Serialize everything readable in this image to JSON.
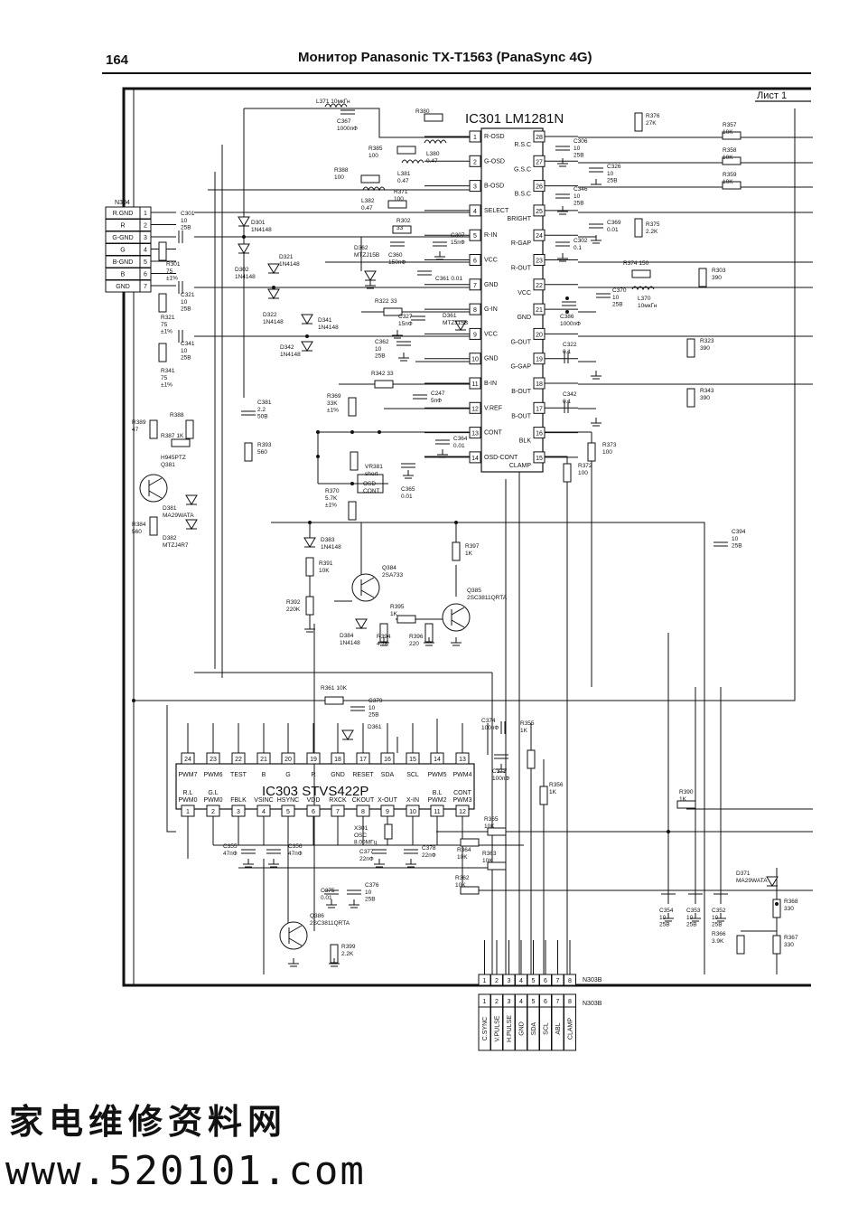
{
  "header": {
    "page_number": "164",
    "title": "Монитор Panasonic TX-T1563 (PanaSync 4G)"
  },
  "sheet": {
    "label": "Лист 1"
  },
  "ic301": {
    "name": "IC301 LM1281N",
    "left_pins": [
      {
        "n": "1",
        "name": "R-OSD"
      },
      {
        "n": "2",
        "name": "G-OSD"
      },
      {
        "n": "3",
        "name": "B-OSD"
      },
      {
        "n": "4",
        "name": "SELECT"
      },
      {
        "n": "5",
        "name": "R-IN"
      },
      {
        "n": "6",
        "name": "VCC"
      },
      {
        "n": "7",
        "name": "GND"
      },
      {
        "n": "8",
        "name": "G-IN"
      },
      {
        "n": "9",
        "name": "VCC"
      },
      {
        "n": "10",
        "name": "GND"
      },
      {
        "n": "11",
        "name": "B-IN"
      },
      {
        "n": "12",
        "name": "V.REF"
      },
      {
        "n": "13",
        "name": "CONT"
      },
      {
        "n": "14",
        "name": "OSD-CONT"
      }
    ],
    "right_pins": [
      {
        "n": "28",
        "name": "R.S.C"
      },
      {
        "n": "27",
        "name": "G.S.C"
      },
      {
        "n": "26",
        "name": "B.S.C"
      },
      {
        "n": "25",
        "name": "BRIGHT"
      },
      {
        "n": "24",
        "name": "R-GAP"
      },
      {
        "n": "23",
        "name": "R-OUT"
      },
      {
        "n": "22",
        "name": "VCC"
      },
      {
        "n": "21",
        "name": "GND"
      },
      {
        "n": "20",
        "name": "G-OUT"
      },
      {
        "n": "19",
        "name": "G-GAP"
      },
      {
        "n": "18",
        "name": "B-OUT"
      },
      {
        "n": "17",
        "name": "B-OUT"
      },
      {
        "n": "16",
        "name": "BLK"
      },
      {
        "n": "15",
        "name": "CLAMP"
      }
    ]
  },
  "ic303": {
    "name": "IC303 STVS422P",
    "top_pins": [
      {
        "n": "24",
        "name": "PWM7"
      },
      {
        "n": "23",
        "name": "PWM6"
      },
      {
        "n": "22",
        "name": "TEST"
      },
      {
        "n": "21",
        "name": "B"
      },
      {
        "n": "20",
        "name": "G"
      },
      {
        "n": "19",
        "name": "R"
      },
      {
        "n": "18",
        "name": "GND"
      },
      {
        "n": "17",
        "name": "RESET"
      },
      {
        "n": "16",
        "name": "SDA"
      },
      {
        "n": "15",
        "name": "SCL"
      },
      {
        "n": "14",
        "name": "PWM5"
      },
      {
        "n": "13",
        "name": "PWM4"
      }
    ],
    "bottom_pins": [
      {
        "n": "1",
        "name": "R.L PWM0"
      },
      {
        "n": "2",
        "name": "G.L PWM0"
      },
      {
        "n": "3",
        "name": "FBLK"
      },
      {
        "n": "4",
        "name": "VSINC"
      },
      {
        "n": "5",
        "name": "HSYNC"
      },
      {
        "n": "6",
        "name": "VDD"
      },
      {
        "n": "7",
        "name": "RXCK"
      },
      {
        "n": "8",
        "name": "CKOUT"
      },
      {
        "n": "9",
        "name": "X-OUT"
      },
      {
        "n": "10",
        "name": "X-IN"
      },
      {
        "n": "11",
        "name": "B.L PWM2"
      },
      {
        "n": "12",
        "name": "CONT PWM3"
      }
    ]
  },
  "n304": {
    "label": "N304",
    "pins": [
      {
        "n": "1",
        "name": "R.GND"
      },
      {
        "n": "2",
        "name": "R"
      },
      {
        "n": "3",
        "name": "G-GND"
      },
      {
        "n": "4",
        "name": "G"
      },
      {
        "n": "5",
        "name": "B-GND"
      },
      {
        "n": "6",
        "name": "B"
      },
      {
        "n": "7",
        "name": "GND"
      }
    ]
  },
  "n303b": {
    "label_top": "N303B",
    "label_bottom": "N303B",
    "pins": [
      {
        "n": "1",
        "name": "C.SYNC"
      },
      {
        "n": "2",
        "name": "V.PULSE"
      },
      {
        "n": "3",
        "name": "H.PULSE"
      },
      {
        "n": "4",
        "name": "GND"
      },
      {
        "n": "5",
        "name": "SDA"
      },
      {
        "n": "6",
        "name": "SCL"
      },
      {
        "n": "7",
        "name": "ABL"
      },
      {
        "n": "8",
        "name": "CLAMP"
      }
    ]
  },
  "components": [
    {
      "id": "L371",
      "l1": "L371 10мкГн",
      "l2": ""
    },
    {
      "id": "C367",
      "l1": "C367",
      "l2": "1000пФ"
    },
    {
      "id": "R380",
      "l1": "R380",
      "l2": ""
    },
    {
      "id": "L380",
      "l1": "L380",
      "l2": "0.47"
    },
    {
      "id": "R385",
      "l1": "R385",
      "l2": "100"
    },
    {
      "id": "L381",
      "l1": "L381",
      "l2": "0.47"
    },
    {
      "id": "R388",
      "l1": "R388",
      "l2": "100"
    },
    {
      "id": "L382",
      "l1": "L382",
      "l2": "0.47"
    },
    {
      "id": "R371",
      "l1": "R371",
      "l2": "100"
    },
    {
      "id": "R302",
      "l1": "R302",
      "l2": "33"
    },
    {
      "id": "C360",
      "l1": "C360",
      "l2": "150пФ"
    },
    {
      "id": "C307",
      "l1": "C307",
      "l2": "15пФ"
    },
    {
      "id": "C361",
      "l1": "C361 0.01",
      "l2": ""
    },
    {
      "id": "D362",
      "l1": "D362",
      "l2": "MTZJ15B"
    },
    {
      "id": "R322",
      "l1": "R322 33",
      "l2": ""
    },
    {
      "id": "C327",
      "l1": "C327",
      "l2": "15пФ"
    },
    {
      "id": "D361",
      "l1": "D361",
      "l2": "MTZJ15B"
    },
    {
      "id": "C362",
      "l1": "C362",
      "l2": "10 25B"
    },
    {
      "id": "R342",
      "l1": "R342 33",
      "l2": ""
    },
    {
      "id": "C247",
      "l1": "C247",
      "l2": "5пФ"
    },
    {
      "id": "R369",
      "l1": "R369",
      "l2": "33K ±1%"
    },
    {
      "id": "C364",
      "l1": "C364",
      "l2": "0.01"
    },
    {
      "id": "VR381",
      "l1": "VR381",
      "l2": "short"
    },
    {
      "id": "OSDCONT",
      "l1": "OSD-",
      "l2": "CONT"
    },
    {
      "id": "R370",
      "l1": "R370",
      "l2": "5.7K ±1%"
    },
    {
      "id": "C365",
      "l1": "C365",
      "l2": "0.01"
    },
    {
      "id": "R376",
      "l1": "R376",
      "l2": "27K"
    },
    {
      "id": "C306",
      "l1": "C306",
      "l2": "10 25B"
    },
    {
      "id": "C326",
      "l1": "C326",
      "l2": "10 25B"
    },
    {
      "id": "C346",
      "l1": "C346",
      "l2": "10 25B"
    },
    {
      "id": "C369",
      "l1": "C369",
      "l2": "0.01"
    },
    {
      "id": "R375",
      "l1": "R375",
      "l2": "2.2K"
    },
    {
      "id": "C302",
      "l1": "C302",
      "l2": "0.1"
    },
    {
      "id": "R374",
      "l1": "R374 150",
      "l2": ""
    },
    {
      "id": "C370",
      "l1": "C370",
      "l2": "10 25B"
    },
    {
      "id": "L370",
      "l1": "L370",
      "l2": "10мкГн"
    },
    {
      "id": "C386",
      "l1": "C386",
      "l2": "1000пФ"
    },
    {
      "id": "C322",
      "l1": "C322",
      "l2": "0.1"
    },
    {
      "id": "C342",
      "l1": "C342",
      "l2": "0.1"
    },
    {
      "id": "R357",
      "l1": "R357",
      "l2": "10K"
    },
    {
      "id": "R358",
      "l1": "R358",
      "l2": "10K"
    },
    {
      "id": "R359",
      "l1": "R359",
      "l2": "10K"
    },
    {
      "id": "R303",
      "l1": "R303",
      "l2": "390"
    },
    {
      "id": "R323",
      "l1": "R323",
      "l2": "390"
    },
    {
      "id": "R343",
      "l1": "R343",
      "l2": "390"
    },
    {
      "id": "R373",
      "l1": "R373",
      "l2": "100"
    },
    {
      "id": "R372",
      "l1": "R372",
      "l2": "100"
    },
    {
      "id": "C301",
      "l1": "C301",
      "l2": "10 25B"
    },
    {
      "id": "R301",
      "l1": "R301",
      "l2": "75 ±1%"
    },
    {
      "id": "C321",
      "l1": "C321",
      "l2": "10 25B"
    },
    {
      "id": "R321",
      "l1": "R321",
      "l2": "75 ±1%"
    },
    {
      "id": "C341",
      "l1": "C341",
      "l2": "10 25B"
    },
    {
      "id": "R341",
      "l1": "R341",
      "l2": "75 ±1%"
    },
    {
      "id": "D301",
      "l1": "D301",
      "l2": "1N4148"
    },
    {
      "id": "D302",
      "l1": "D302",
      "l2": "1N4148"
    },
    {
      "id": "D321",
      "l1": "D321",
      "l2": "1N4148"
    },
    {
      "id": "D322",
      "l1": "D322",
      "l2": "1N4148"
    },
    {
      "id": "D341",
      "l1": "D341",
      "l2": "1N4148"
    },
    {
      "id": "D342",
      "l1": "D342",
      "l2": "1N4148"
    },
    {
      "id": "C381",
      "l1": "C381",
      "l2": "2.2 50B"
    },
    {
      "id": "R393",
      "l1": "R393",
      "l2": "560"
    },
    {
      "id": "R389",
      "l1": "R389",
      "l2": "47"
    },
    {
      "id": "R388b",
      "l1": "R388",
      "l2": ""
    },
    {
      "id": "R387",
      "l1": "R387 1K",
      "l2": ""
    },
    {
      "id": "Q381",
      "l1": "H945PTZ",
      "l2": "Q381"
    },
    {
      "id": "D381",
      "l1": "D381",
      "l2": "MA29WATA"
    },
    {
      "id": "R384",
      "l1": "R384",
      "l2": "560"
    },
    {
      "id": "D382",
      "l1": "D382",
      "l2": "MTZJ4R7"
    },
    {
      "id": "D383",
      "l1": "D383",
      "l2": "1N4148"
    },
    {
      "id": "R391",
      "l1": "R391",
      "l2": "10K"
    },
    {
      "id": "Q384",
      "l1": "Q384",
      "l2": "2SA733"
    },
    {
      "id": "R392",
      "l1": "R392",
      "l2": "220K"
    },
    {
      "id": "D384",
      "l1": "D384",
      "l2": "1N4148"
    },
    {
      "id": "R395",
      "l1": "R395",
      "l2": "1K"
    },
    {
      "id": "R394",
      "l1": "R394",
      "l2": "4.7K"
    },
    {
      "id": "R396",
      "l1": "R396",
      "l2": "220"
    },
    {
      "id": "R397",
      "l1": "R397",
      "l2": "1K"
    },
    {
      "id": "Q385",
      "l1": "Q385",
      "l2": "2SC3811QRTA"
    },
    {
      "id": "C394",
      "l1": "C394",
      "l2": "10 25B"
    },
    {
      "id": "R361",
      "l1": "R361 10K",
      "l2": ""
    },
    {
      "id": "C379",
      "l1": "C379",
      "l2": "10 25B"
    },
    {
      "id": "D361b",
      "l1": "D361",
      "l2": ""
    },
    {
      "id": "C374",
      "l1": "C374",
      "l2": "100пФ"
    },
    {
      "id": "R355",
      "l1": "R355",
      "l2": "1K"
    },
    {
      "id": "C373",
      "l1": "C373",
      "l2": "100пФ"
    },
    {
      "id": "R356",
      "l1": "R356",
      "l2": "1K"
    },
    {
      "id": "R390",
      "l1": "R390",
      "l2": "1K"
    },
    {
      "id": "R365",
      "l1": "R365",
      "l2": "10K"
    },
    {
      "id": "X301",
      "l1": "X301",
      "l2": "OSC 8.00МГц"
    },
    {
      "id": "C377",
      "l1": "C377",
      "l2": "22пФ"
    },
    {
      "id": "C378",
      "l1": "C378",
      "l2": "22пФ"
    },
    {
      "id": "R364",
      "l1": "R364",
      "l2": "10K"
    },
    {
      "id": "R363",
      "l1": "R363",
      "l2": "10K"
    },
    {
      "id": "R362",
      "l1": "R362",
      "l2": "10K"
    },
    {
      "id": "C355",
      "l1": "C355",
      "l2": "47пФ"
    },
    {
      "id": "C356",
      "l1": "C356",
      "l2": "47пФ"
    },
    {
      "id": "C375",
      "l1": "C375",
      "l2": "0.01"
    },
    {
      "id": "C376",
      "l1": "C376",
      "l2": "10 25B"
    },
    {
      "id": "Q386",
      "l1": "Q386",
      "l2": "2SC3811QRTA"
    },
    {
      "id": "R399",
      "l1": "R399",
      "l2": "2.2K"
    },
    {
      "id": "C354",
      "l1": "C354",
      "l2": "10 25B"
    },
    {
      "id": "C353",
      "l1": "C353",
      "l2": "10 25B"
    },
    {
      "id": "C352",
      "l1": "C352",
      "l2": "10 25B"
    },
    {
      "id": "D371",
      "l1": "D371",
      "l2": "MA29WATA"
    },
    {
      "id": "R368",
      "l1": "R368",
      "l2": "330"
    },
    {
      "id": "R366",
      "l1": "R366",
      "l2": "3.9K"
    },
    {
      "id": "R367",
      "l1": "R367",
      "l2": "330"
    }
  ],
  "watermark": {
    "chinese": "家电维修资料网",
    "url": "www.520101.com"
  }
}
